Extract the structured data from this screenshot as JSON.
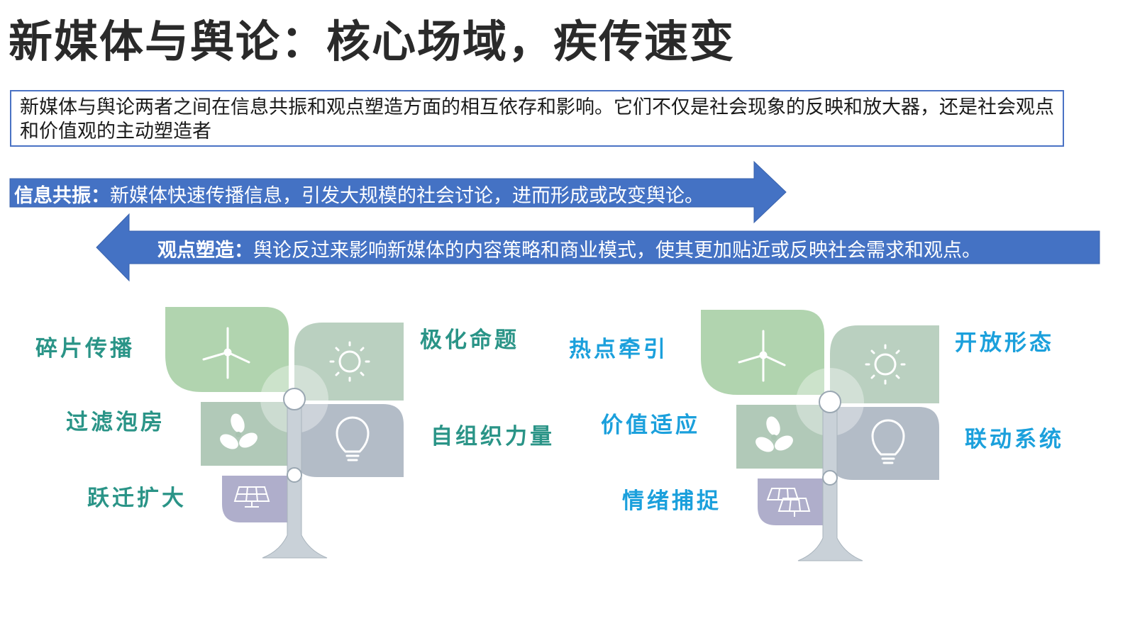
{
  "title": "新媒体与舆论：核心场域，疾传速变",
  "intro": "新媒体与舆论两者之间在信息共振和观点塑造方面的相互依存和影响。它们不仅是社会现象的反映和放大器，还是社会观点和价值观的主动塑造者",
  "arrow_right": {
    "label": "信息共振：",
    "text": "新媒体快速传播信息，引发大规模的社会讨论，进而形成或改变舆论。"
  },
  "arrow_left": {
    "label": "观点塑造：",
    "text": "舆论反过来影响新媒体的内容策略和商业模式，使其更加贴近或反映社会需求和观点。"
  },
  "tree_left": {
    "labels": [
      "碎片传播",
      "过滤泡房",
      "跃迁扩大",
      "极化命题",
      "自组织力量"
    ],
    "icons": [
      "wind-turbine-icon",
      "sun-icon",
      "fan-icon",
      "lightbulb-icon",
      "solar-panel-icon"
    ]
  },
  "tree_right": {
    "labels": [
      "热点牵引",
      "价值适应",
      "情绪捕捉",
      "开放形态",
      "联动系统"
    ],
    "icons": [
      "wind-turbine-icon",
      "sun-icon",
      "fan-icon",
      "lightbulb-icon",
      "solar-panels-icon"
    ]
  },
  "colors": {
    "arrow": "#4472c4",
    "leaf_green": "#a9cfa6",
    "leaf_sage": "#b3cbb9",
    "leaf_gray": "#afb8c4",
    "leaf_purple": "#abaac8",
    "label_teal": "#2a9487",
    "label_blue": "#1ba0dc"
  }
}
